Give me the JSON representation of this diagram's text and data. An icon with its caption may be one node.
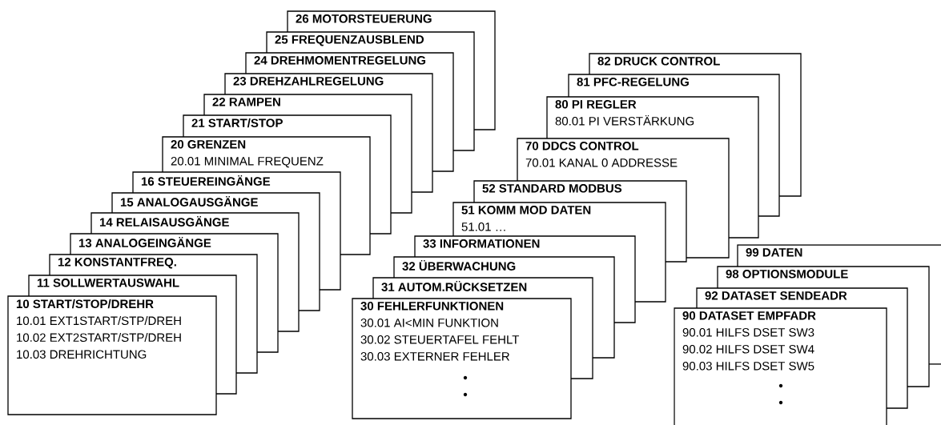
{
  "diagram": {
    "nodes": [
      {
        "text": [
          "10 START/STOP/DREHR",
          "10.01 EXT1START/STP/DREH",
          "10.02 EXT2START/STP/DREH",
          "10.03 DREHRICHTUNG"
        ]
      },
      {
        "text": [
          "11 SOLLWERTAUSWAHL"
        ]
      },
      {
        "text": [
          "12 KONSTANTFREQ."
        ]
      },
      {
        "text": [
          "13 ANALOGEINGÄNGE"
        ]
      },
      {
        "text": [
          "14 RELAISAUSGÄNGE"
        ]
      },
      {
        "text": [
          "15 ANALOGAUSGÄNGE"
        ]
      },
      {
        "text": [
          "16 STEUEREINGÄNGE"
        ]
      },
      {
        "text": [
          "20 GRENZEN",
          "20.01 MINIMAL FREQUENZ"
        ]
      },
      {
        "text": [
          "21 START/STOP"
        ]
      },
      {
        "text": [
          "22 RAMPEN"
        ]
      },
      {
        "text": [
          "23 DREHZAHLREGELUNG"
        ]
      },
      {
        "text": [
          "24 DREHMOMENTREGELUNG"
        ]
      },
      {
        "text": [
          "25 FREQUENZAUSBLEND"
        ]
      },
      {
        "text": [
          "26 MOTORSTEUERUNG"
        ]
      },
      {
        "text": [
          "30 FEHLERFUNKTIONEN",
          "30.01 AI<MIN FUNKTION",
          "30.02 STEUERTAFEL FEHLT",
          "30.03 EXTERNER FEHLER"
        ]
      },
      {
        "text": [
          "31 AUTOM.RÜCKSETZEN"
        ]
      },
      {
        "text": [
          "32 ÜBERWACHUNG"
        ]
      },
      {
        "text": [
          "33 INFORMATIONEN"
        ]
      },
      {
        "text": [
          "51 KOMM MOD DATEN",
          "51.01 …"
        ]
      },
      {
        "text": [
          "52 STANDARD MODBUS"
        ]
      },
      {
        "text": [
          "70 DDCS CONTROL",
          "70.01 KANAL 0 ADDRESSE"
        ]
      },
      {
        "text": [
          "80 PI REGLER",
          "80.01 PI VERSTÄRKUNG"
        ]
      },
      {
        "text": [
          "81 PFC-REGELUNG"
        ]
      },
      {
        "text": [
          "82 DRUCK CONTROL"
        ]
      },
      {
        "text": [
          "90 DATASET EMPFADR",
          "90.01 HILFS DSET SW3",
          "90.02 HILFS DSET SW4",
          "90.03 HILFS DSET SW5"
        ]
      },
      {
        "text": [
          "92 DATASET SENDEADR"
        ]
      },
      {
        "text": [
          "98 OPTIONSMODULE"
        ]
      },
      {
        "text": [
          "99 DATEN"
        ]
      }
    ]
  }
}
